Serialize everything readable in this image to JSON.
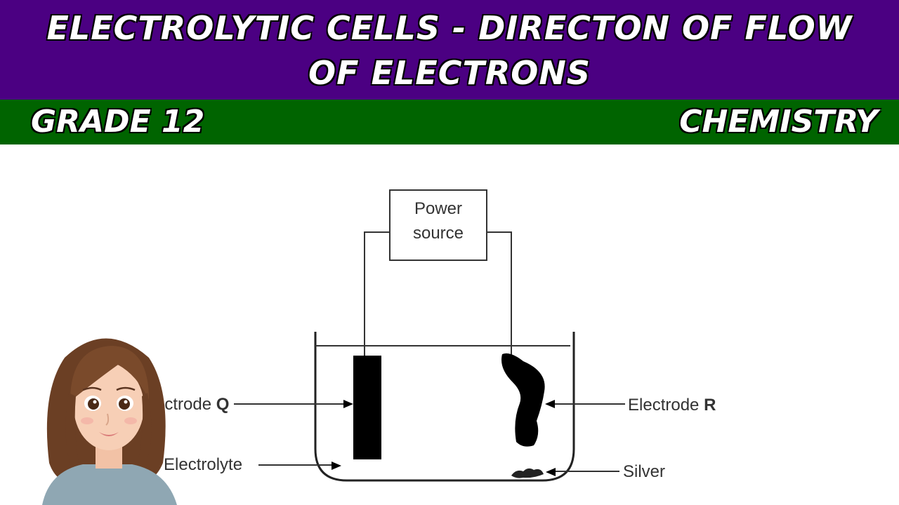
{
  "header": {
    "title": "ELECTROLYTIC CELLS - DIRECTON OF FLOW OF ELECTRONS",
    "grade": "GRADE 12",
    "subject": "CHEMISTRY"
  },
  "diagram": {
    "power_source_line1": "Power",
    "power_source_line2": "source",
    "electrode_q_prefix": "ectrode ",
    "electrode_q_letter": "Q",
    "electrode_r_prefix": "Electrode ",
    "electrode_r_letter": "R",
    "electrolyte_label": "Electrolyte",
    "silver_label": "Silver"
  },
  "colors": {
    "banner": "#4b0082",
    "subbar": "#006400",
    "text": "#ffffff"
  },
  "icons": [
    "avatar-girl-illustration"
  ]
}
